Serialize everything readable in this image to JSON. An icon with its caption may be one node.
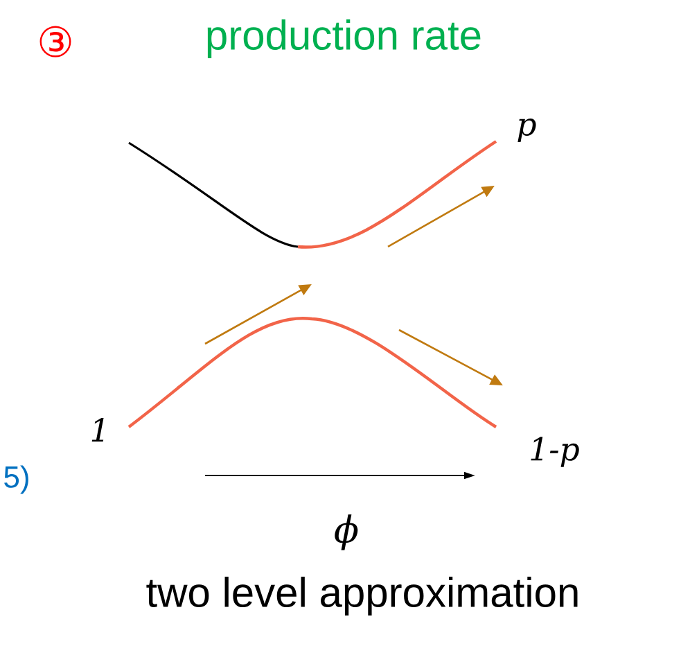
{
  "diagram": {
    "title": "production rate",
    "labels": [
      "③",
      "p",
      "1",
      "1-p",
      "5)",
      "ϕ",
      "two level approximation"
    ]
  }
}
